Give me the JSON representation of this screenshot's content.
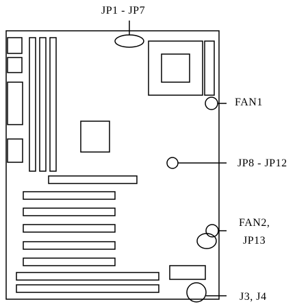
{
  "labels": {
    "jp1_jp7": "JP1 - JP7",
    "fan1": "FAN1",
    "jp8_jp12": "JP8 - JP12",
    "fan2_line1": "FAN2,",
    "fan2_line2": "JP13",
    "j3_j4": "J3, J4"
  },
  "colors": {
    "stroke": "#000000",
    "background": "#ffffff"
  }
}
